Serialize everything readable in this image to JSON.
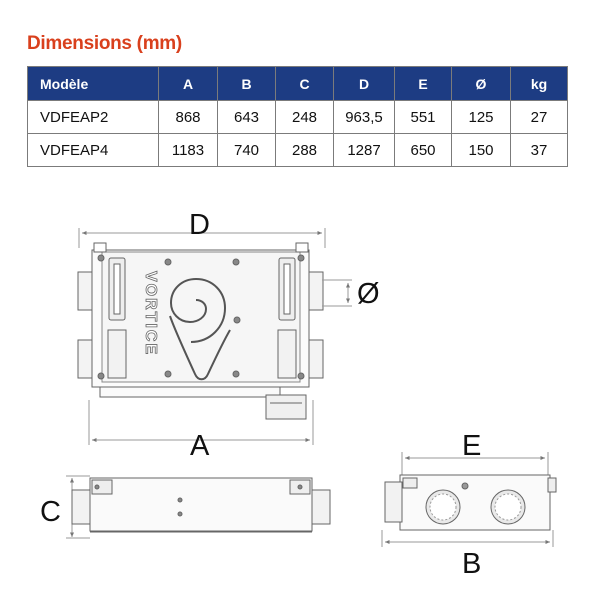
{
  "title": "Dimensions (mm)",
  "table": {
    "headers": [
      "Modèle",
      "A",
      "B",
      "C",
      "D",
      "E",
      "Ø",
      "kg"
    ],
    "rows": [
      [
        "VDFEAP2",
        "868",
        "643",
        "248",
        "963,5",
        "551",
        "125",
        "27"
      ],
      [
        "VDFEAP4",
        "1183",
        "740",
        "288",
        "1287",
        "650",
        "150",
        "37"
      ]
    ]
  },
  "drawing": {
    "brand": "VORTICE",
    "labels": {
      "D": "D",
      "A": "A",
      "C": "C",
      "E": "E",
      "B": "B",
      "diameter": "Ø"
    }
  },
  "colors": {
    "title": "#d9401d",
    "header_bg": "#1d3c83",
    "line": "#555555"
  }
}
